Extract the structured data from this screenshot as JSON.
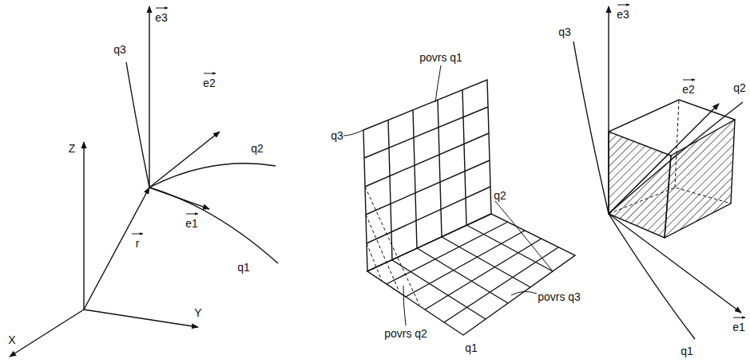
{
  "diagram": {
    "labels": [
      "q3",
      "e3",
      "e2",
      "q2",
      "Z",
      "r",
      "Y",
      "e1",
      "q1",
      "X",
      "q3",
      "povrs q1",
      "q2",
      "povrs q2",
      "povrs q3",
      "q1",
      "q3",
      "e3",
      "e2",
      "q2",
      "e1",
      "q1"
    ]
  }
}
